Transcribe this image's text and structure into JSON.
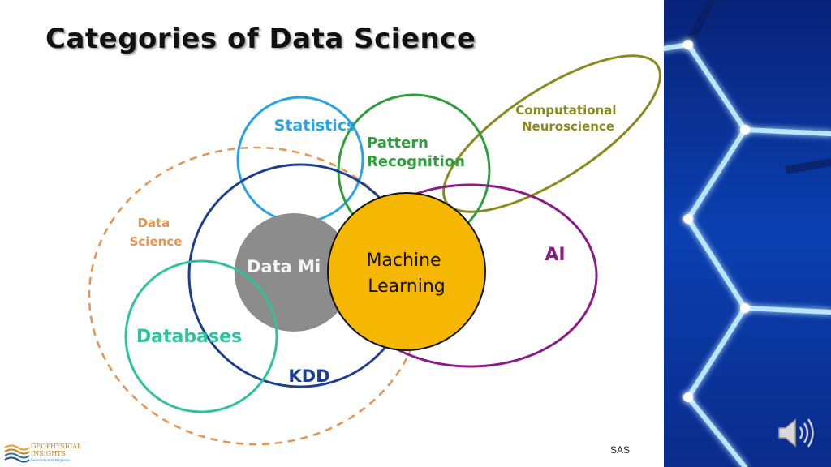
{
  "slide": {
    "title": "Categories of Data Science",
    "source": "SAS"
  },
  "diagram": {
    "labels": {
      "statistics": "Statistics",
      "pattern_recognition": "Pattern\nRecognition",
      "computational_neuroscience": "Computational\nNeuroscience",
      "data_science": "Data\nScience",
      "data_mining": "Data Mi",
      "machine_learning": "Machine\nLearning",
      "ai": "AI",
      "databases": "Databases",
      "kdd": "KDD"
    },
    "colors": {
      "statistics": "#29a3e8",
      "pattern_recognition": "#2e9e3a",
      "computational_neuroscience": "#8a8a1e",
      "data_science": "#e8924f",
      "data_mining": "#8c8c8c",
      "machine_learning": "#f5b700",
      "ai": "#8b1a8b",
      "databases": "#2ec49b",
      "kdd": "#1c3f94"
    }
  },
  "logo": {
    "name": "GEOPHYSICAL\nINSIGHTS",
    "tagline": "Geoscience Intelligence"
  },
  "icons": {
    "speaker": "speaker-icon",
    "panel": "hexagon-network-graphic"
  }
}
